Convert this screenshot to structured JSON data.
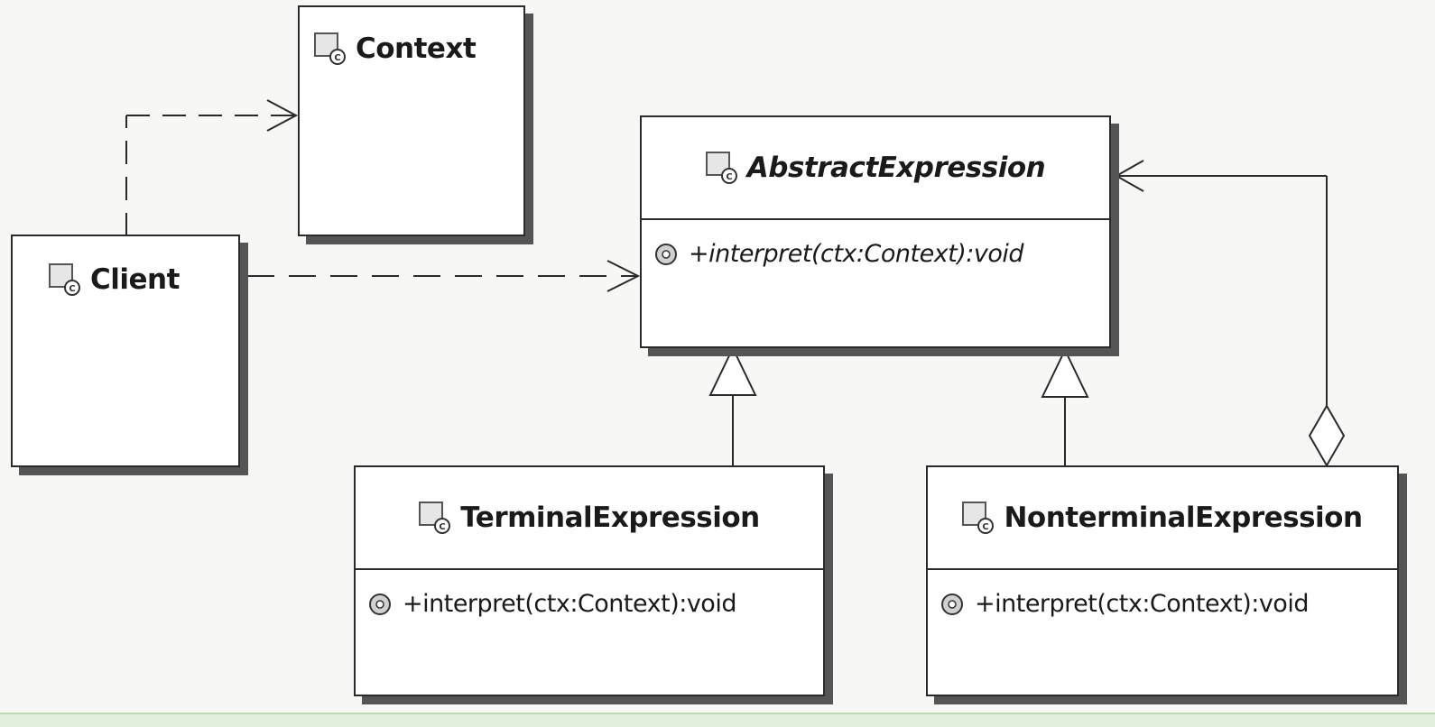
{
  "diagram": {
    "classes": {
      "context": {
        "name": "Context"
      },
      "client": {
        "name": "Client"
      },
      "abstract_expression": {
        "name": "AbstractExpression",
        "operation": "+interpret(ctx:Context):void"
      },
      "terminal_expression": {
        "name": "TerminalExpression",
        "operation": "+interpret(ctx:Context):void"
      },
      "nonterminal_expression": {
        "name": "NonterminalExpression",
        "operation": "+interpret(ctx:Context):void"
      }
    },
    "icons": {
      "class": "class-icon",
      "operation": "public-operation-icon"
    },
    "relationships": [
      {
        "from": "Client",
        "to": "Context",
        "type": "dependency"
      },
      {
        "from": "Client",
        "to": "AbstractExpression",
        "type": "dependency"
      },
      {
        "from": "TerminalExpression",
        "to": "AbstractExpression",
        "type": "generalization"
      },
      {
        "from": "NonterminalExpression",
        "to": "AbstractExpression",
        "type": "generalization"
      },
      {
        "from": "NonterminalExpression",
        "to": "AbstractExpression",
        "type": "aggregation"
      }
    ],
    "colors": {
      "line": "#2a2a2a",
      "shadow": "#555555",
      "box_fill": "#ffffff",
      "background": "#f7f7f5"
    }
  }
}
